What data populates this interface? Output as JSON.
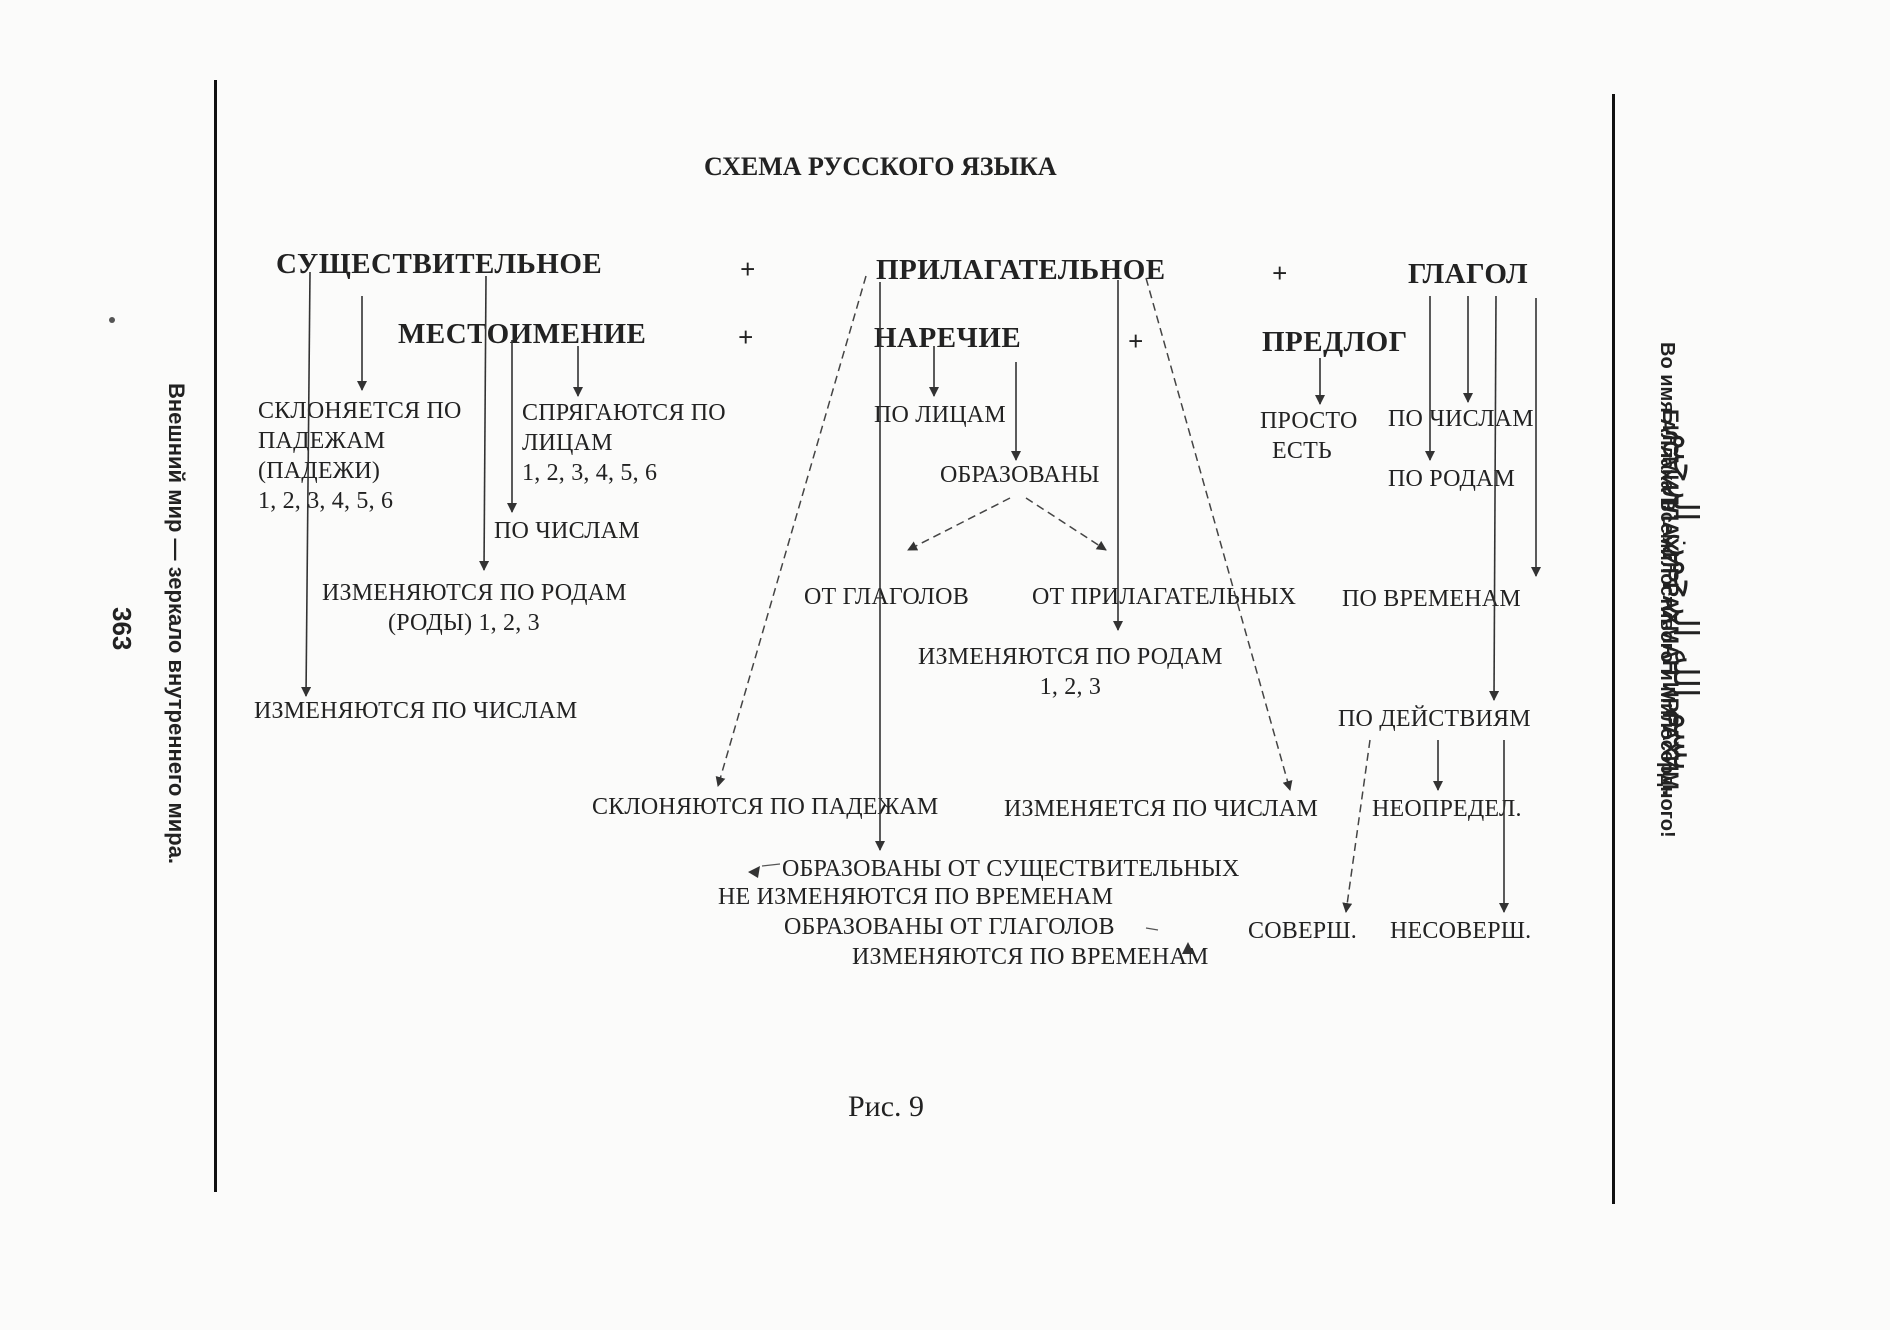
{
  "page": {
    "left_margin_line1": "Внешний мир — зеркало внутреннего мира.",
    "left_margin_line2": "363",
    "right_margin_line1": "БИСМИЛЛАХИРРАХМАН ИРРАХИМ.",
    "right_margin_line2": "Во имя Аллаха Всемилостивого и Милосердного!",
    "arabic_calligraphy": "بسم الله الرحمن الرحيم",
    "caption": "Рис.  9"
  },
  "diagram": {
    "title": "СХЕМА РУССКОГО ЯЗЫКА",
    "headers": {
      "noun": "СУЩЕСТВИТЕЛЬНОЕ",
      "adjective": "ПРИЛАГАТЕЛЬНОЕ",
      "verb": "ГЛАГОЛ",
      "pronoun": "МЕСТОИМЕНИЕ",
      "adverb": "НАРЕЧИЕ",
      "preposition": "ПРЕДЛОГ",
      "plus": "+"
    },
    "labels": {
      "declines_by_cases": [
        "СКЛОНЯЕТСЯ ПО",
        "ПАДЕЖАМ",
        "(ПАДЕЖИ)",
        "1, 2, 3, 4, 5, 6"
      ],
      "conjugated_by_persons": [
        "СПРЯГАЮТСЯ ПО",
        "ЛИЦАМ",
        "1, 2, 3, 4, 5, 6"
      ],
      "by_numbers": "ПО ЧИСЛАМ",
      "changes_by_genders": [
        "ИЗМЕНЯЮТСЯ ПО РОДАМ",
        "(РОДЫ)  1, 2, 3"
      ],
      "changes_by_numbers": "ИЗМЕНЯЮТСЯ ПО ЧИСЛАМ",
      "by_persons": "ПО ЛИЦАМ",
      "formed": "ОБРАЗОВАНЫ",
      "from_verbs": "ОТ ГЛАГОЛОВ",
      "from_adjectives": "ОТ ПРИЛАГАТЕЛЬНЫХ",
      "adj_changes_by_genders": [
        "ИЗМЕНЯЮТСЯ ПО РОДАМ",
        "1, 2, 3"
      ],
      "simply_is": [
        "ПРОСТО",
        "ЕСТЬ"
      ],
      "verb_by_numbers": "ПО ЧИСЛАМ",
      "by_genders": "ПО РОДАМ",
      "by_tenses": "ПО ВРЕМЕНАМ",
      "by_actions": "ПО ДЕЙСТВИЯМ",
      "decline_by_cases": "СКЛОНЯЮТСЯ ПО ПАДЕЖАМ",
      "changes_by_numbers_2": "ИЗМЕНЯЕТСЯ ПО ЧИСЛАМ",
      "indefinite": "НЕОПРЕДЕЛ.",
      "formed_from_nouns": "ОБРАЗОВАНЫ ОТ СУЩЕСТВИТЕЛЬНЫХ",
      "not_changed_by_tenses": "НЕ ИЗМЕНЯЮТСЯ ПО ВРЕМЕНАМ",
      "formed_from_verbs": "ОБРАЗОВАНЫ ОТ ГЛАГОЛОВ",
      "changed_by_tenses": "ИЗМЕНЯЮТСЯ ПО ВРЕМЕНАМ",
      "perfective": "СОВЕРШ.",
      "imperfective": "НЕСОВЕРШ."
    }
  }
}
